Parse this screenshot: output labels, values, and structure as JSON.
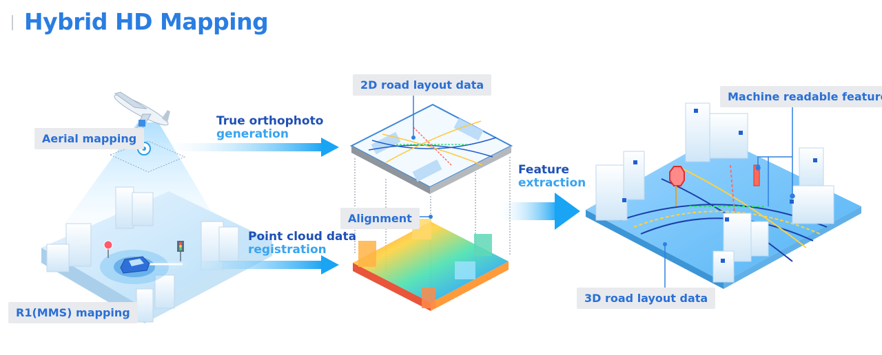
{
  "title": "Hybrid HD Mapping",
  "labels": {
    "aerial": "Aerial mapping",
    "r1": "R1(MMS) mapping",
    "road2d": "2D road layout data",
    "alignment": "Alignment",
    "machine": "Machine readable feature",
    "road3d": "3D road layout data"
  },
  "steps": {
    "ortho": {
      "line1": "True orthophoto",
      "line2": "generation"
    },
    "pointcloud": {
      "line1": "Point cloud data",
      "line2": "registration"
    },
    "feature": {
      "line1": "Feature",
      "line2": "extraction"
    }
  },
  "colors": {
    "title": "#2a7de1",
    "label_text": "#2a6fd6",
    "label_bg": "#e8eaed",
    "step_dark": "#1f4fb4",
    "step_light": "#38a4f0",
    "arrow": "#1ba7f5"
  },
  "icons": [
    "airplane-icon",
    "car-icon",
    "stop-sign-icon",
    "traffic-light-icon"
  ]
}
